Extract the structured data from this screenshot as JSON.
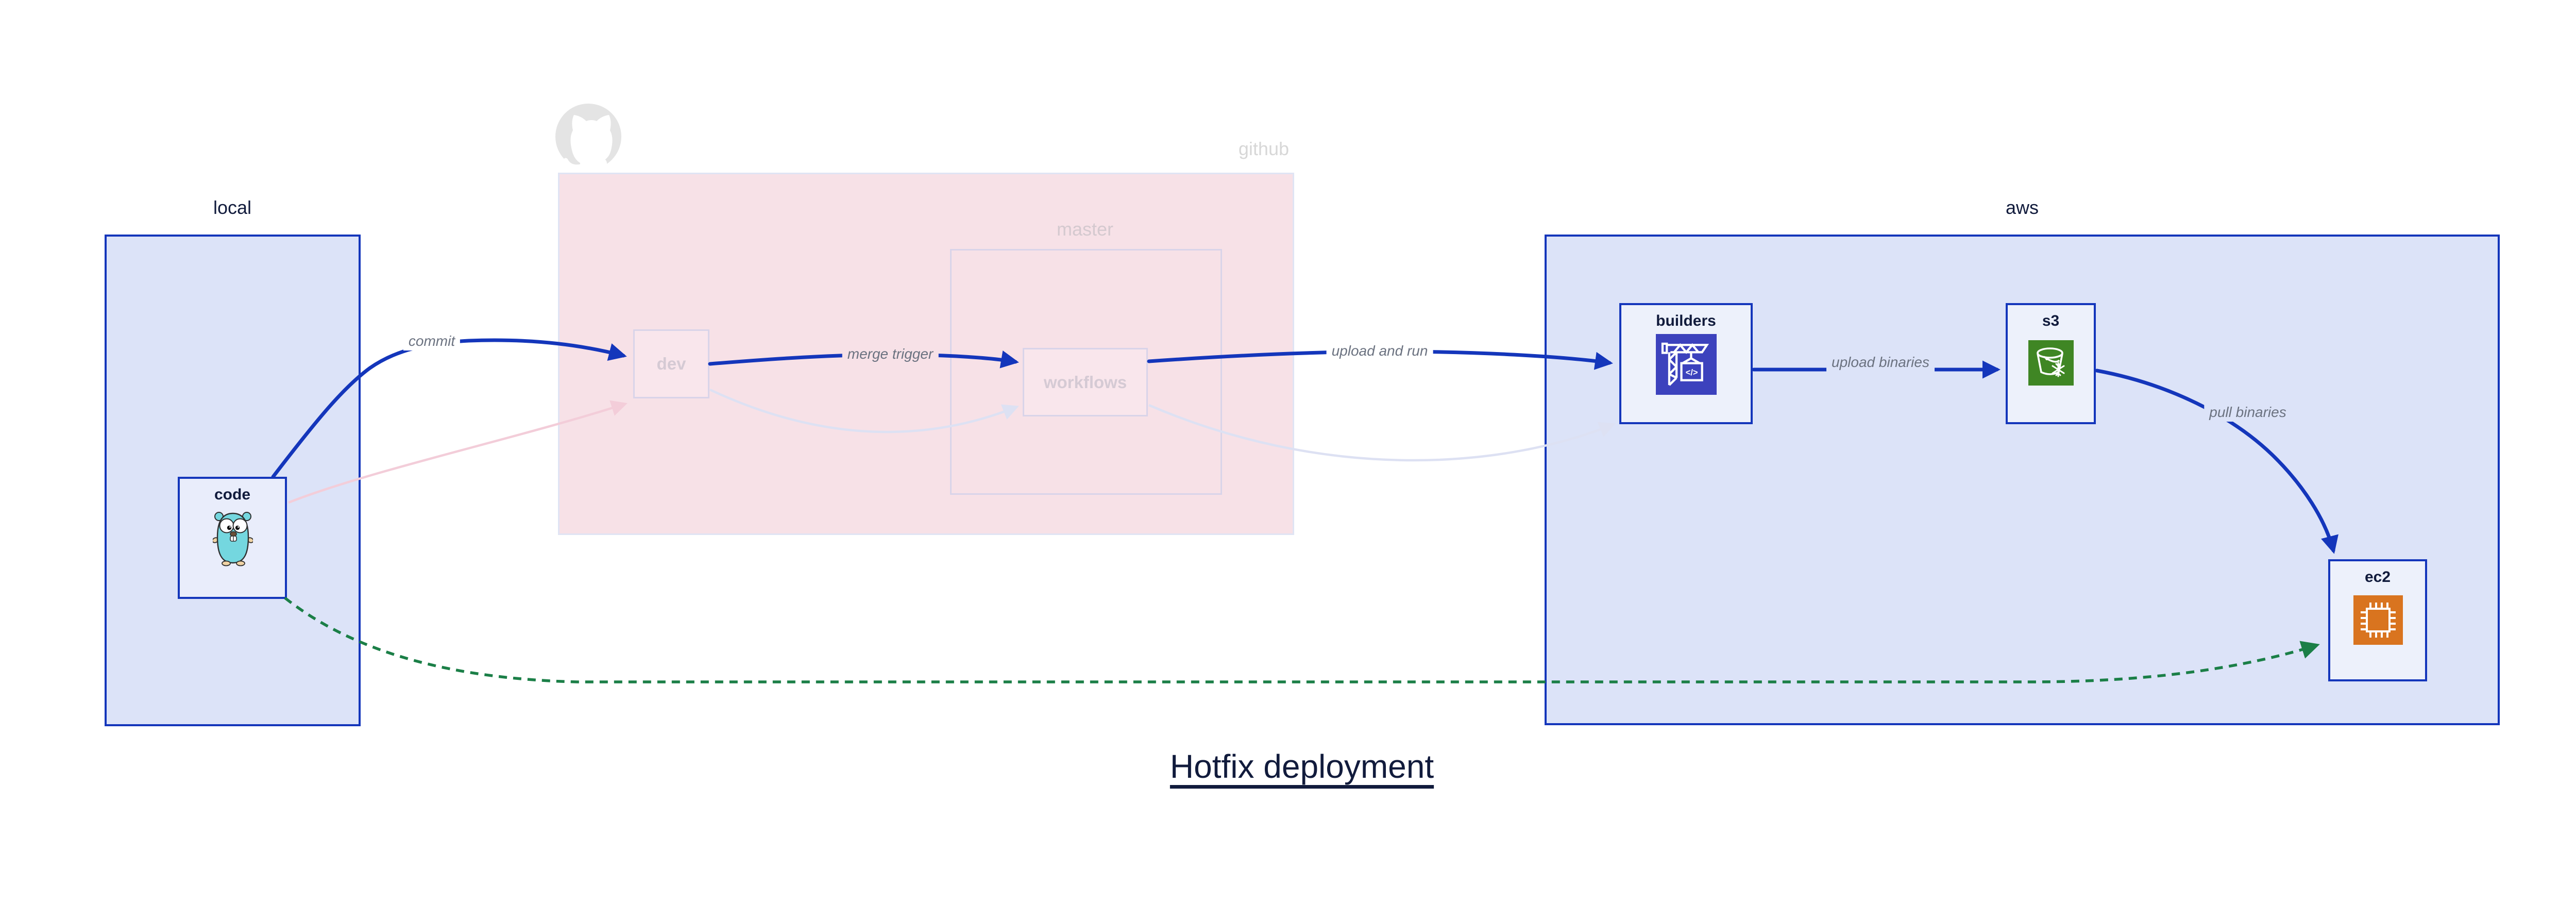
{
  "title": "Hotfix deployment",
  "groups": {
    "local": {
      "label": "local"
    },
    "github": {
      "label": "github"
    },
    "master": {
      "label": "master"
    },
    "aws": {
      "label": "aws"
    }
  },
  "nodes": {
    "code": {
      "label": "code",
      "icon": "go-gopher-icon"
    },
    "dev": {
      "label": "dev"
    },
    "workflows": {
      "label": "workflows"
    },
    "builders": {
      "label": "builders",
      "icon": "codebuild-crane-icon",
      "icon_text": "</>"
    },
    "s3": {
      "label": "s3",
      "icon": "s3-bucket-icon"
    },
    "ec2": {
      "label": "ec2",
      "icon": "ec2-chip-icon"
    }
  },
  "edges": {
    "commit": {
      "label": "commit",
      "from": "code",
      "to": "dev",
      "style": "solid-blue"
    },
    "merge_trigger": {
      "label": "merge trigger",
      "from": "dev",
      "to": "workflows",
      "style": "solid-blue"
    },
    "upload_and_run": {
      "label": "upload and run",
      "from": "workflows",
      "to": "builders",
      "style": "solid-blue"
    },
    "upload_binaries": {
      "label": "upload binaries",
      "from": "builders",
      "to": "s3",
      "style": "solid-blue"
    },
    "pull_binaries": {
      "label": "pull binaries",
      "from": "s3",
      "to": "ec2",
      "style": "solid-blue"
    },
    "hotfix_path": {
      "label": "",
      "from": "code",
      "to": "ec2",
      "style": "dashed-green"
    },
    "faded_code_dev": {
      "label": "",
      "from": "code",
      "to": "dev",
      "style": "faded-pink"
    },
    "faded_dev_workflows": {
      "label": "",
      "from": "dev",
      "to": "workflows",
      "style": "faded-lavender"
    },
    "faded_workflows_builders": {
      "label": "",
      "from": "workflows",
      "to": "builders",
      "style": "faded-lavender"
    }
  },
  "colors": {
    "blue": "#1436bb",
    "navy": "#111b3c",
    "label_gray": "#6b7280",
    "blue_box_fill": "#dce3f8",
    "node_fill": "#edf1fb",
    "code_fill": "#e9edfb",
    "pink_fill": "#f7e1e7",
    "pink_node_fill": "#f9e6ec",
    "pink_box_border": "#e0e4f4",
    "faint_node_border": "#d9d4e9",
    "faint_text_gray": "#d7d7d7",
    "faint_text_master": "#d4c9cf",
    "faint_text_pink": "#d5cad4",
    "faint_edge_lavender": "#dde1f3",
    "faint_edge_pink": "#f3cdd9",
    "green": "#1b7f47",
    "octocat_gray": "#e4e4e4",
    "codebuild_bg": "#3c42bd",
    "s3_bg": "#3f8624",
    "ec2_bg": "#d9741f",
    "gopher_teal": "#74d7df",
    "gopher_tan": "#f0d3a4"
  }
}
